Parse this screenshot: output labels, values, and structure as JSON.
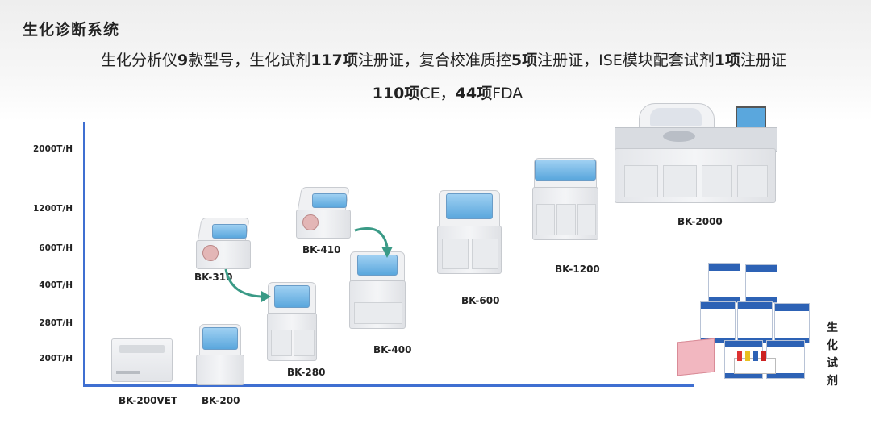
{
  "header": {
    "title": "生化诊断系统",
    "line1": [
      {
        "t": "生化分析仪",
        "b": false
      },
      {
        "t": "9",
        "b": true
      },
      {
        "t": "款型号，生化试剂",
        "b": false
      },
      {
        "t": "117项",
        "b": true
      },
      {
        "t": "注册证，复合校准质控",
        "b": false
      },
      {
        "t": "5项",
        "b": true
      },
      {
        "t": "注册证，ISE模块配套试剂",
        "b": false
      },
      {
        "t": "1项",
        "b": true
      },
      {
        "t": "注册证",
        "b": false
      }
    ],
    "line2": [
      {
        "t": "110项",
        "b": true
      },
      {
        "t": "CE，",
        "b": false
      },
      {
        "t": "44项",
        "b": true
      },
      {
        "t": "FDA",
        "b": false
      }
    ]
  },
  "y_ticks": [
    "2000T/H",
    "1200T/H",
    "600T/H",
    "400T/H",
    "280T/H",
    "200T/H"
  ],
  "machines": [
    {
      "id": "bk-200vet",
      "label": "BK-200VET"
    },
    {
      "id": "bk-200",
      "label": "BK-200"
    },
    {
      "id": "bk-310",
      "label": "BK-310"
    },
    {
      "id": "bk-280",
      "label": "BK-280"
    },
    {
      "id": "bk-410",
      "label": "BK-410"
    },
    {
      "id": "bk-400",
      "label": "BK-400"
    },
    {
      "id": "bk-600",
      "label": "BK-600"
    },
    {
      "id": "bk-1200",
      "label": "BK-1200"
    },
    {
      "id": "bk-2000",
      "label": "BK-2000"
    }
  ],
  "reagent": {
    "label_chars": [
      "生",
      "化",
      "试",
      "剂"
    ]
  },
  "colors": {
    "axis": "#3f6fd1",
    "window_blue": "#5aa7dd",
    "arrow_green": "#3a9a86",
    "box_blue": "#2d62b5"
  }
}
